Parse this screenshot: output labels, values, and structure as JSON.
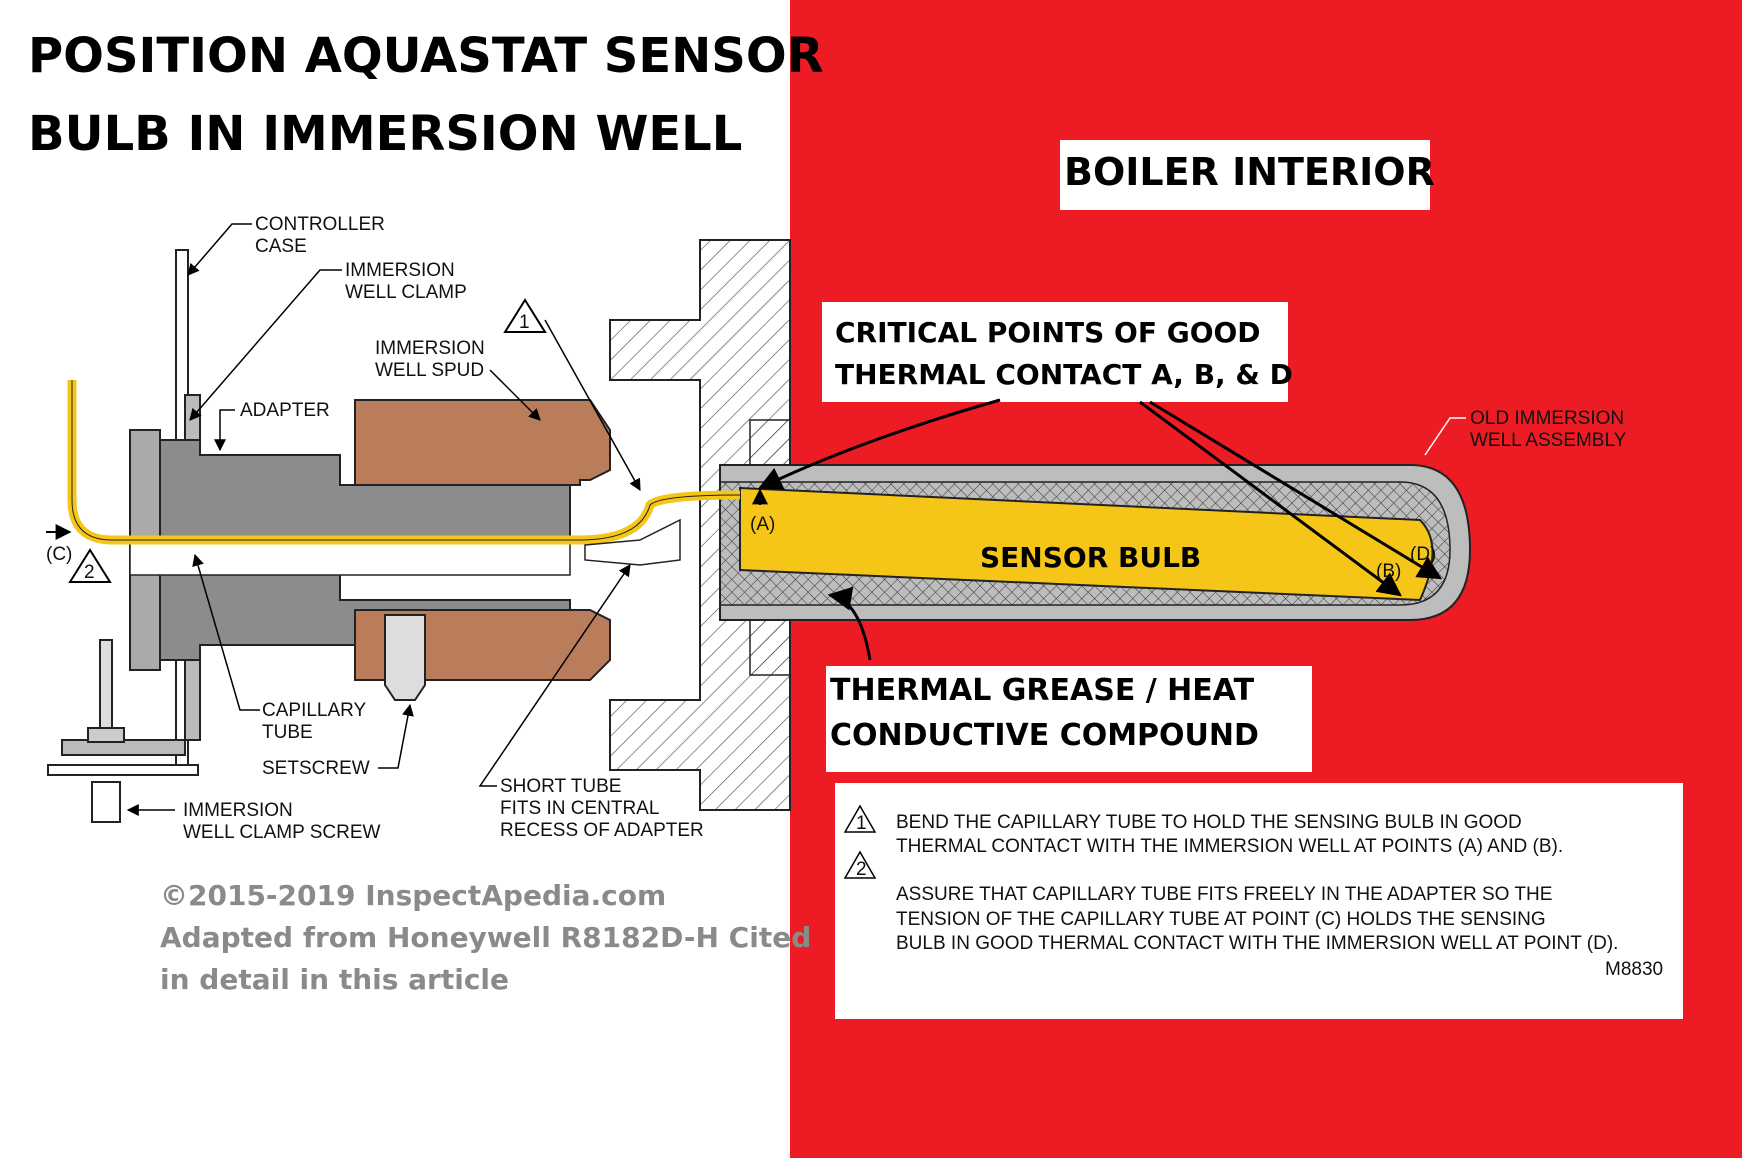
{
  "title": {
    "line1": "POSITION AQUASTAT SENSOR",
    "line2": "BULB IN IMMERSION WELL"
  },
  "boiler_interior": "BOILER INTERIOR",
  "critical_points": {
    "line1": "CRITICAL POINTS OF GOOD",
    "line2": "THERMAL CONTACT A, B, & D"
  },
  "thermal_grease": {
    "line1": "THERMAL GREASE / HEAT",
    "line2": "CONDUCTIVE COMPOUND"
  },
  "sensor_bulb": "SENSOR BULB",
  "labels": {
    "controller_case_1": "CONTROLLER",
    "controller_case_2": "CASE",
    "immersion_clamp_1": "IMMERSION",
    "immersion_clamp_2": "WELL CLAMP",
    "spud_1": "IMMERSION",
    "spud_2": "WELL SPUD",
    "adapter": "ADAPTER",
    "capillary_1": "CAPILLARY",
    "capillary_2": "TUBE",
    "setscrew": "SETSCREW",
    "clamp_screw_1": "IMMERSION",
    "clamp_screw_2": "WELL CLAMP SCREW",
    "short_tube_1": "SHORT TUBE",
    "short_tube_2": "FITS IN CENTRAL",
    "short_tube_3": "RECESS OF ADAPTER",
    "old_well_1": "OLD IMMERSION",
    "old_well_2": "WELL ASSEMBLY",
    "point_a": "(A)",
    "point_b": "(B)",
    "point_c": "(C)",
    "point_d": "(D)",
    "tri_1": "1",
    "tri_2": "2"
  },
  "credit": {
    "line1": "©2015-2019 InspectApedia.com",
    "line2": "Adapted from Honeywell R8182D-H Cited",
    "line3": "in detail in this article"
  },
  "notes": {
    "n1_line1": "BEND THE CAPILLARY TUBE TO HOLD THE SENSING BULB IN GOOD",
    "n1_line2": "THERMAL CONTACT WITH THE IMMERSION WELL AT POINTS  (A) AND (B).",
    "n2_line1": "ASSURE THAT CAPILLARY TUBE FITS FREELY IN THE ADAPTER SO THE",
    "n2_line2": "TENSION OF THE CAPILLARY TUBE AT POINT (C) HOLDS THE SENSING",
    "n2_line3": "BULB IN GOOD THERMAL CONTACT WITH THE IMMERSION WELL AT POINT (D).",
    "code": "M8830",
    "tri_1": "1",
    "tri_2": "2"
  },
  "colors": {
    "boiler_red": "#ed1c24",
    "bulb_yellow": "#f5c518",
    "brass": "#b97d5c",
    "steel": "#8c8c8c"
  }
}
